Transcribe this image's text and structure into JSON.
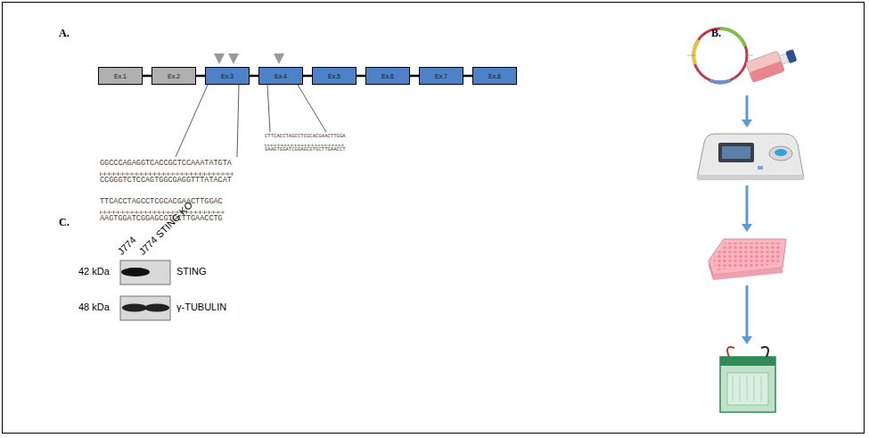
{
  "diagram": {
    "nodes": [
      {
        "text": [
          "Ex.1"
        ]
      },
      {
        "text": [
          "Ex.2"
        ]
      },
      {
        "text": [
          "Ex.3"
        ]
      },
      {
        "text": [
          "Ex.4"
        ]
      },
      {
        "text": [
          "Ex.5"
        ]
      },
      {
        "text": [
          "Ex.6"
        ]
      },
      {
        "text": [
          "Ex.7"
        ]
      },
      {
        "text": [
          "Ex.8"
        ]
      }
    ],
    "edges": [
      {
        "from": 0,
        "to": 1,
        "arrow": "none"
      },
      {
        "from": 1,
        "to": 2,
        "arrow": "none"
      },
      {
        "from": 2,
        "to": 3,
        "arrow": "none"
      },
      {
        "from": 3,
        "to": 4,
        "arrow": "none"
      },
      {
        "from": 4,
        "to": 5,
        "arrow": "none"
      },
      {
        "from": 5,
        "to": 6,
        "arrow": "none"
      },
      {
        "from": 6,
        "to": 7,
        "arrow": "none"
      }
    ],
    "labels": [
      "A.",
      "B.",
      "C.",
      "GGCCCAGAGGTCACCGCTCCAAATATGTA",
      "CCGGGTCTCCAGTGGCGAGGTTTATACAT",
      "TTCACCTAGCCTCGCACGAACTTGGAC",
      "AAGTGGATCGGAGCGTGCTTGAACCTG",
      "CTTCACCTAGCCTCGCACGAACTTGGA",
      "GAAGTGGATCGGAGCGTGCTTGAACCT",
      "J774",
      "J774 STING KO",
      "42 kDa",
      "STING",
      "48 kDa",
      "γ-TUBULIN"
    ]
  }
}
